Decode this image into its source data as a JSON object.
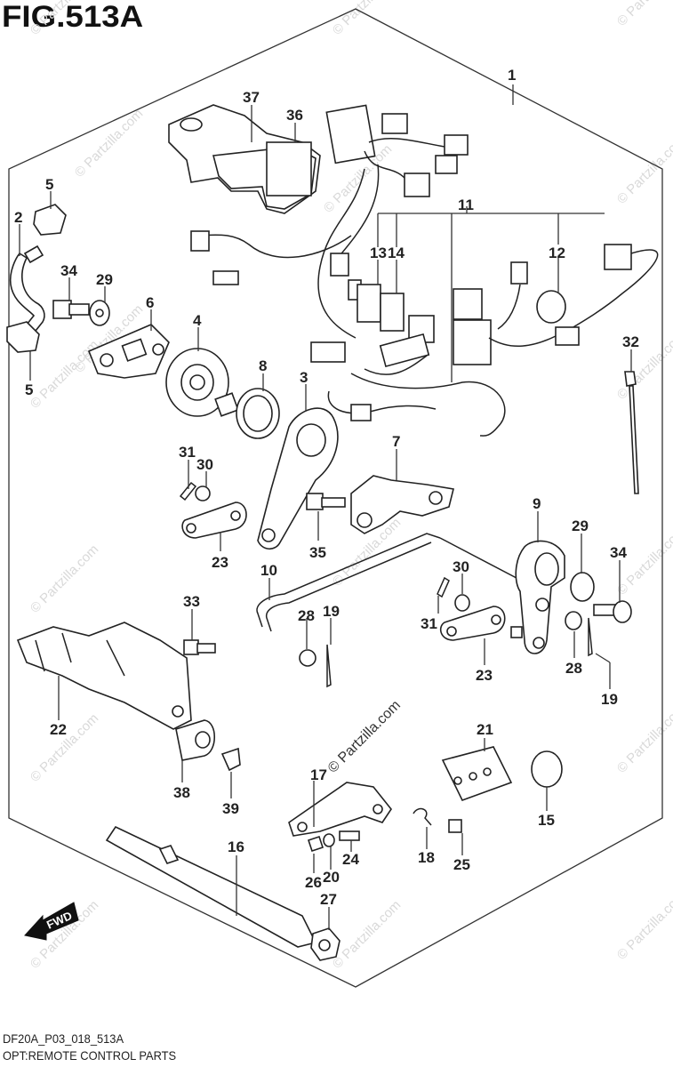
{
  "figure": {
    "title": "FIG.513A",
    "code": "DF20A_P03_018_513A",
    "description": "OPT:REMOTE CONTROL PARTS",
    "watermark": "© Partzilla.com",
    "fwd_label": "FWD"
  },
  "callouts": [
    {
      "id": "c1",
      "label": "1"
    },
    {
      "id": "c2",
      "label": "2"
    },
    {
      "id": "c3",
      "label": "3"
    },
    {
      "id": "c4",
      "label": "4"
    },
    {
      "id": "c5a",
      "label": "5"
    },
    {
      "id": "c5b",
      "label": "5"
    },
    {
      "id": "c6",
      "label": "6"
    },
    {
      "id": "c7",
      "label": "7"
    },
    {
      "id": "c8",
      "label": "8"
    },
    {
      "id": "c9",
      "label": "9"
    },
    {
      "id": "c10",
      "label": "10"
    },
    {
      "id": "c11",
      "label": "11"
    },
    {
      "id": "c12",
      "label": "12"
    },
    {
      "id": "c13",
      "label": "13"
    },
    {
      "id": "c14",
      "label": "14"
    },
    {
      "id": "c15",
      "label": "15"
    },
    {
      "id": "c16",
      "label": "16"
    },
    {
      "id": "c17",
      "label": "17"
    },
    {
      "id": "c18",
      "label": "18"
    },
    {
      "id": "c19a",
      "label": "19"
    },
    {
      "id": "c19b",
      "label": "19"
    },
    {
      "id": "c20",
      "label": "20"
    },
    {
      "id": "c21",
      "label": "21"
    },
    {
      "id": "c22",
      "label": "22"
    },
    {
      "id": "c23a",
      "label": "23"
    },
    {
      "id": "c23b",
      "label": "23"
    },
    {
      "id": "c24",
      "label": "24"
    },
    {
      "id": "c25",
      "label": "25"
    },
    {
      "id": "c26",
      "label": "26"
    },
    {
      "id": "c27",
      "label": "27"
    },
    {
      "id": "c28a",
      "label": "28"
    },
    {
      "id": "c28b",
      "label": "28"
    },
    {
      "id": "c29a",
      "label": "29"
    },
    {
      "id": "c29b",
      "label": "29"
    },
    {
      "id": "c30a",
      "label": "30"
    },
    {
      "id": "c30b",
      "label": "30"
    },
    {
      "id": "c31a",
      "label": "31"
    },
    {
      "id": "c31b",
      "label": "31"
    },
    {
      "id": "c32",
      "label": "32"
    },
    {
      "id": "c33",
      "label": "33"
    },
    {
      "id": "c34a",
      "label": "34"
    },
    {
      "id": "c34b",
      "label": "34"
    },
    {
      "id": "c35",
      "label": "35"
    },
    {
      "id": "c36",
      "label": "36"
    },
    {
      "id": "c37",
      "label": "37"
    },
    {
      "id": "c38",
      "label": "38"
    },
    {
      "id": "c39",
      "label": "39"
    }
  ]
}
